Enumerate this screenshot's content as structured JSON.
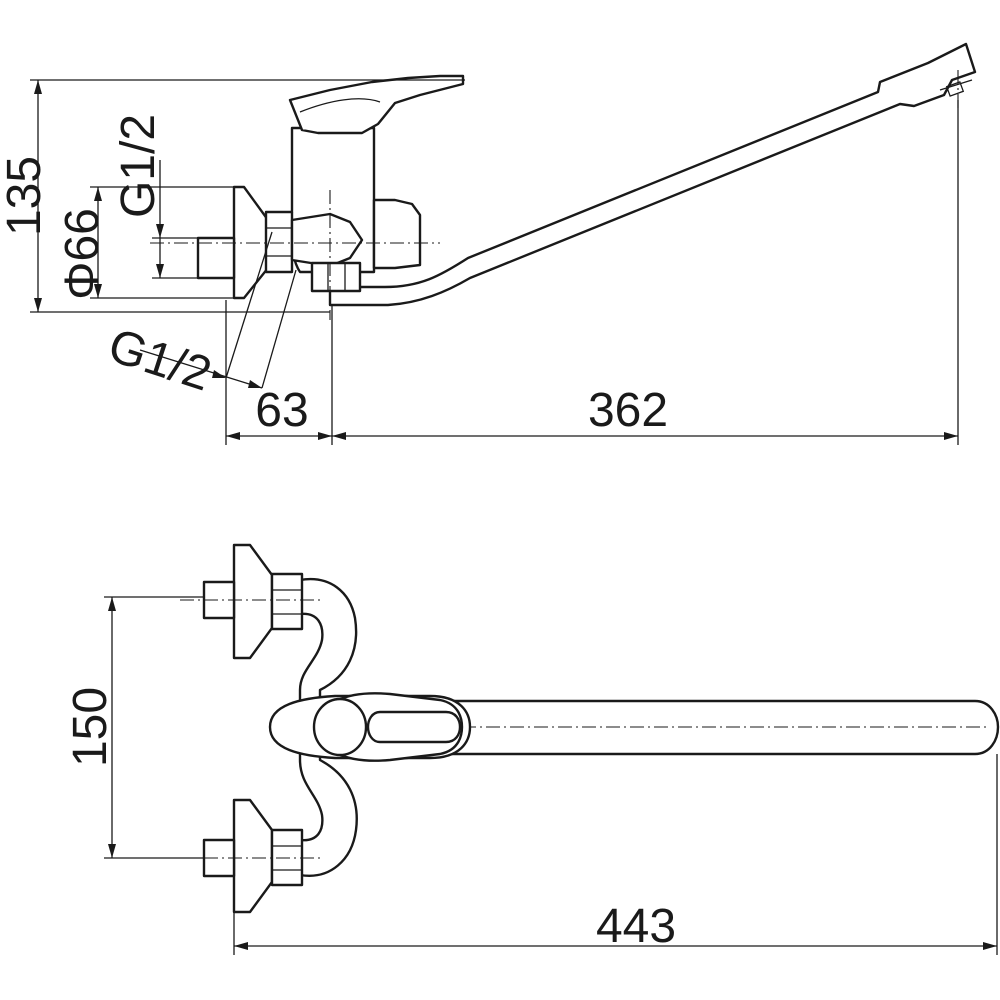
{
  "views": {
    "side": {
      "dimensions": {
        "height": "135",
        "diameter": "Φ66",
        "thread_vertical": "G1/2",
        "thread_diagonal": "G1/2",
        "offset": "63",
        "spout_reach": "362"
      }
    },
    "top": {
      "dimensions": {
        "inlet_spacing": "150",
        "overall_length": "443"
      }
    }
  },
  "style": {
    "line_color": "#1a1a1a",
    "background": "#ffffff"
  }
}
